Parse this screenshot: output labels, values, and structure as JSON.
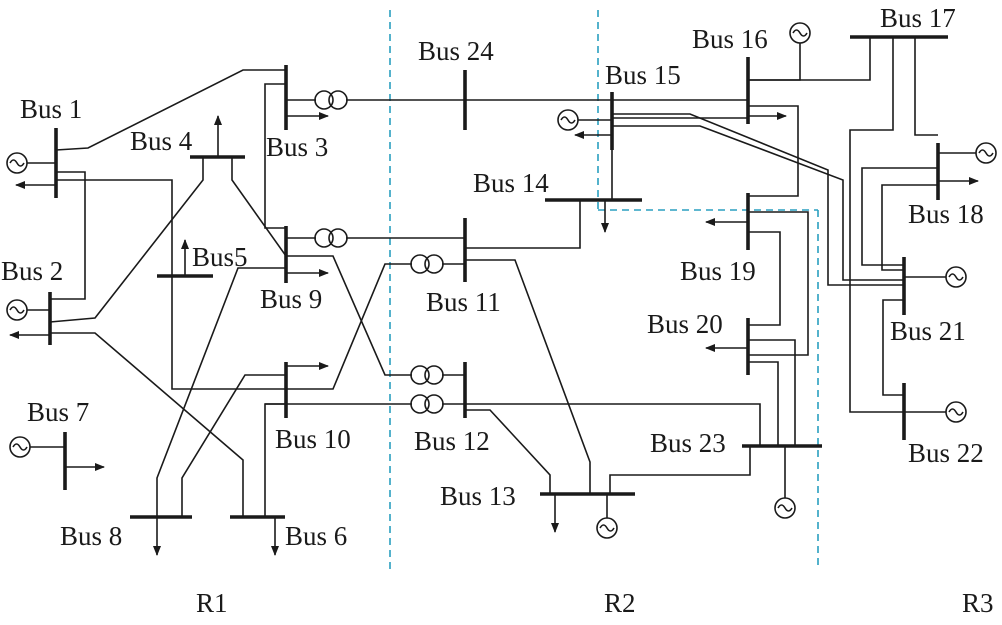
{
  "buses": [
    "Bus 1",
    "Bus 2",
    "Bus 3",
    "Bus 4",
    "Bus5",
    "Bus 6",
    "Bus 7",
    "Bus 8",
    "Bus 9",
    "Bus 10",
    "Bus 11",
    "Bus 12",
    "Bus 13",
    "Bus 14",
    "Bus 15",
    "Bus 16",
    "Bus 17",
    "Bus 18",
    "Bus 19",
    "Bus 20",
    "Bus 21",
    "Bus 22",
    "Bus 23",
    "Bus 24"
  ],
  "regions": [
    "R1",
    "R2",
    "R3"
  ],
  "colors": {
    "line": "#1a1a1a",
    "boundary": "#2a9fc0",
    "background": "#ffffff"
  }
}
